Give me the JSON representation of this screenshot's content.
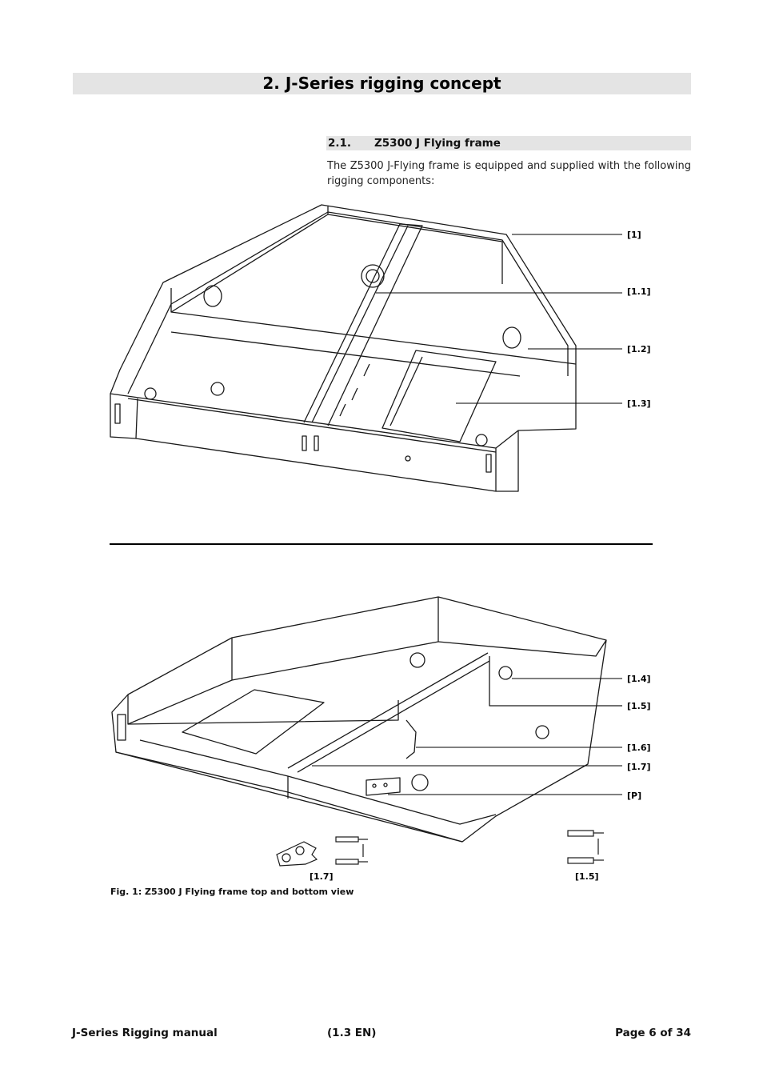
{
  "header": {
    "chapter_title": "2. J-Series rigging concept"
  },
  "section": {
    "number": "2.1.",
    "title": "Z5300 J Flying frame",
    "intro": "The Z5300 J-Flying frame is equipped and supplied with the following rigging components:"
  },
  "figure": {
    "top_callouts": [
      "[1]",
      "[1.1]",
      "[1.2]",
      "[1.3]"
    ],
    "bottom_callouts": [
      "[1.4]",
      "[1.5]",
      "[1.6]",
      "[1.7]",
      "[P]"
    ],
    "part_labels": [
      "[1.7]",
      "[1.5]"
    ],
    "caption": "Fig. 1: Z5300 J Flying frame top and bottom view"
  },
  "footer": {
    "left": "J-Series Rigging manual",
    "center": "(1.3 EN)",
    "right": "Page 6 of 34"
  }
}
